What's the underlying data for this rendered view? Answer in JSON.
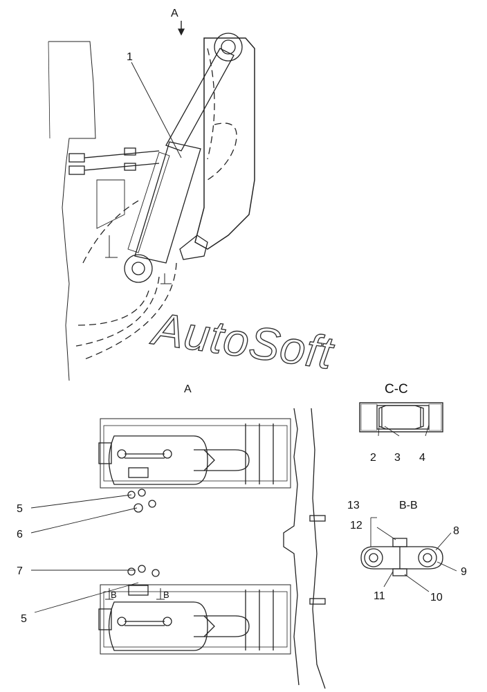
{
  "top_view": {
    "view_arrow_label": "A",
    "callouts": [
      "1"
    ]
  },
  "view_a": {
    "title": "A",
    "callouts": [
      "5",
      "6",
      "7",
      "5"
    ],
    "section_marks": [
      "B",
      "B"
    ]
  },
  "section_cc": {
    "title": "C-C",
    "callouts": [
      "2",
      "3",
      "4"
    ]
  },
  "section_bb": {
    "title": "B-B",
    "callouts": [
      "13",
      "12",
      "8",
      "9",
      "11",
      "10"
    ]
  },
  "watermark": "AutoSoft"
}
